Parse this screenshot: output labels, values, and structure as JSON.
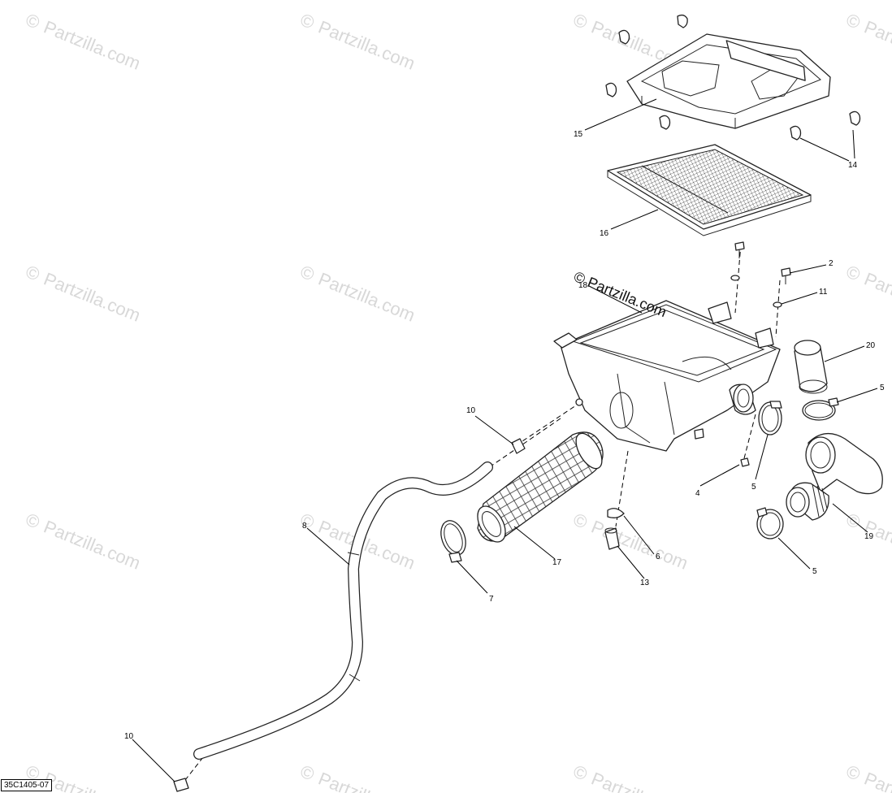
{
  "watermark": {
    "brand": "Partzilla.com",
    "copyright_symbol": "©",
    "stamp": "© Partzilla.com",
    "color": "#d8d8d8"
  },
  "drawing_number": "35C1405-07",
  "callouts": {
    "c2": "2",
    "c4": "4",
    "c5a": "5",
    "c5b": "5",
    "c5c": "5",
    "c6": "6",
    "c7": "7",
    "c8": "8",
    "c10a": "10",
    "c10b": "10",
    "c11": "11",
    "c13": "13",
    "c14": "14",
    "c15": "15",
    "c16": "16",
    "c17": "17",
    "c18": "18",
    "c19": "19",
    "c20": "20"
  }
}
